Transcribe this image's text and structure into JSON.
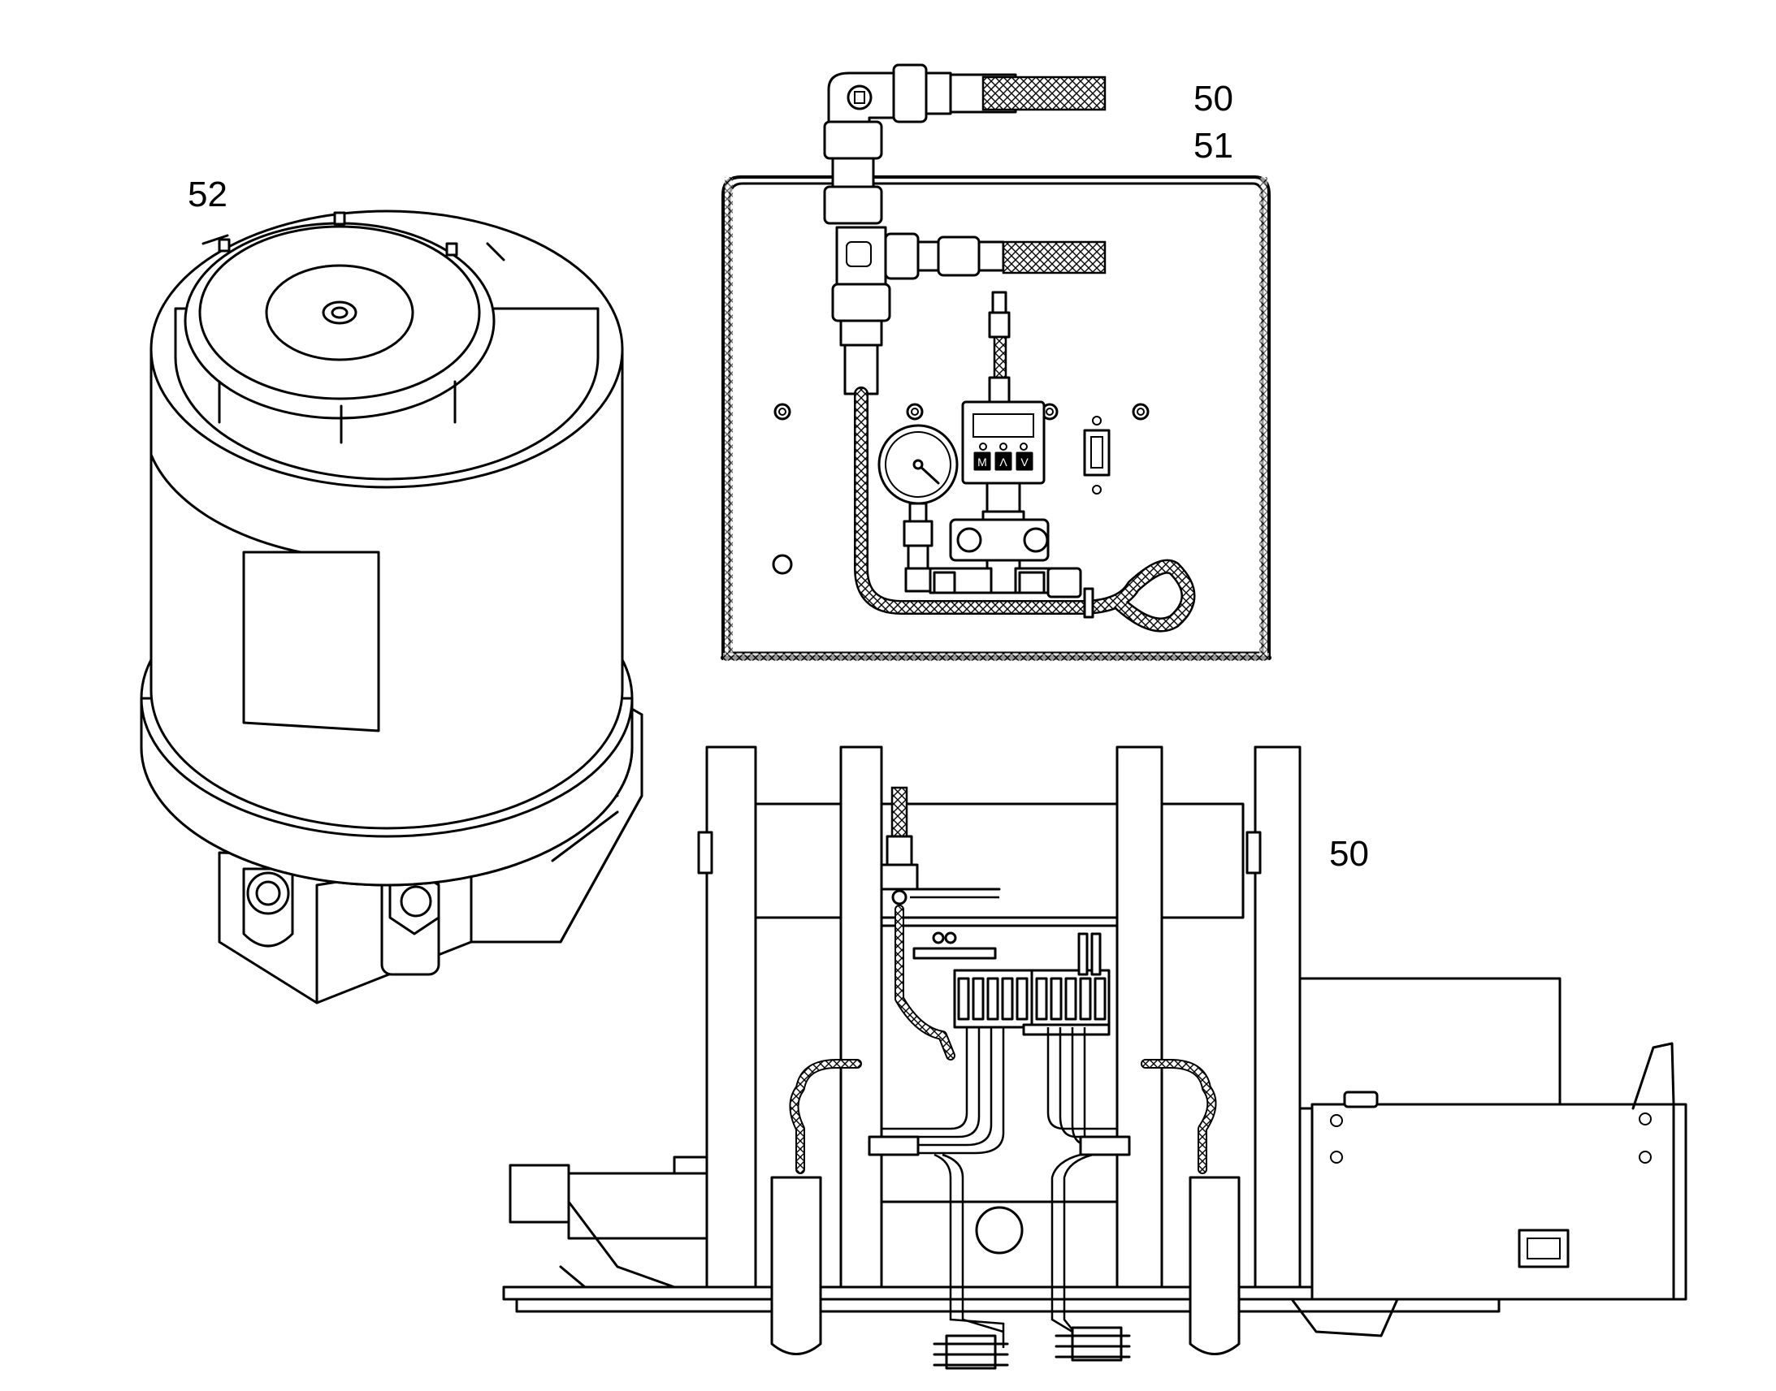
{
  "callouts": {
    "top_hose_a": "50",
    "top_hose_b": "51",
    "pump_unit": "52",
    "frame_assembly": "50"
  },
  "gauge_panel": {
    "controller_keys": [
      "M",
      "Λ",
      "V"
    ]
  },
  "colors": {
    "line": "#000000",
    "background": "#ffffff"
  }
}
